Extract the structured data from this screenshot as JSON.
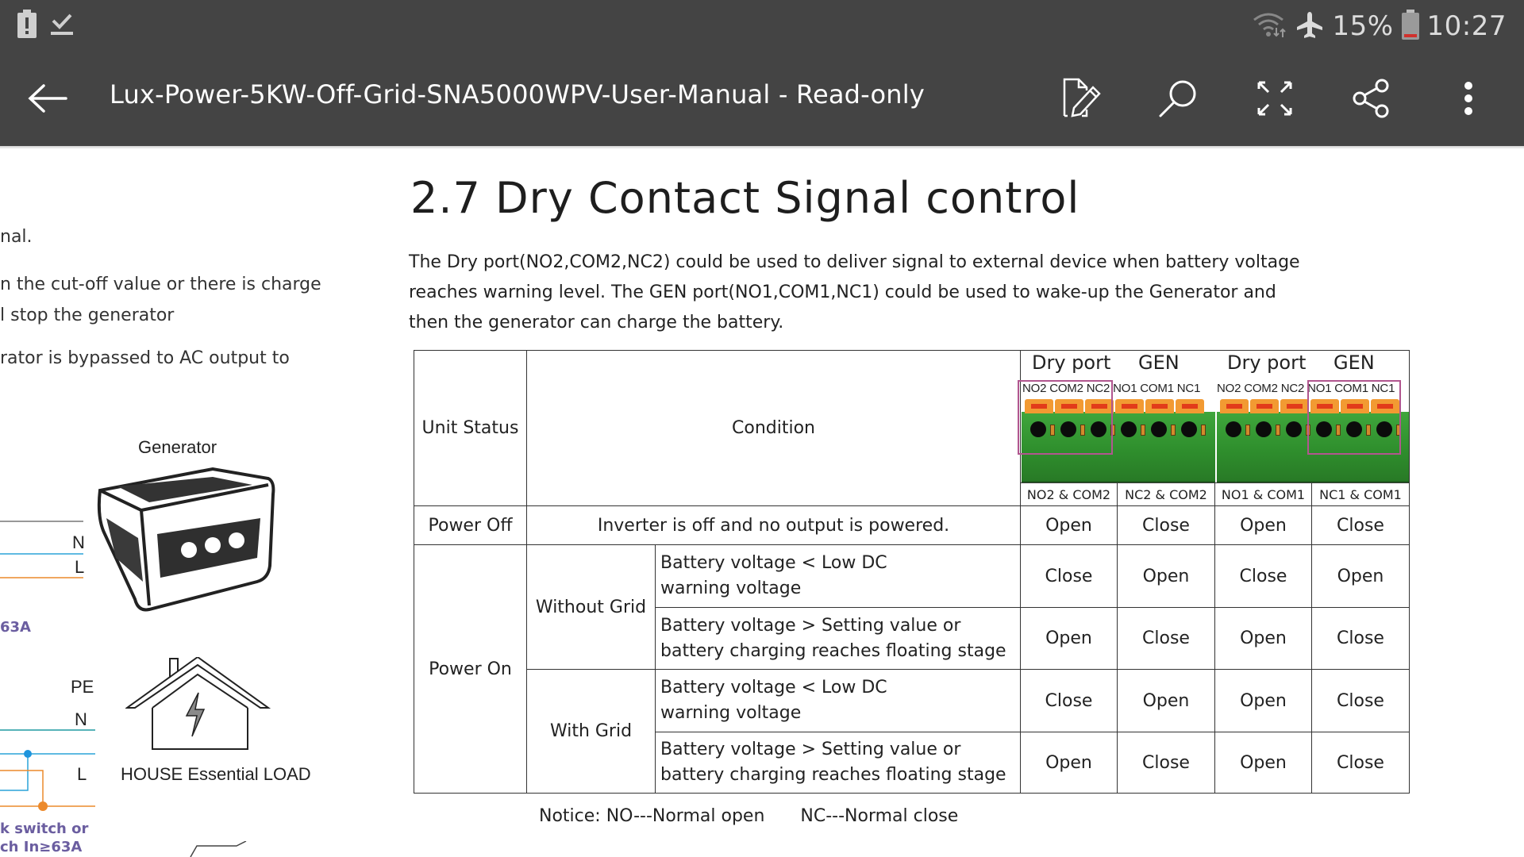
{
  "status_bar": {
    "left_icons": [
      "battery-alert-icon",
      "download-done-icon"
    ],
    "right_icons": [
      "wifi-icon",
      "airplane-mode-icon"
    ],
    "battery_percent": "15%",
    "time": "10:27",
    "colors": {
      "battery_low": "#d0312d"
    }
  },
  "app_bar": {
    "title": "Lux-Power-5KW-Off-Grid-SNA5000WPV-User-Manual - Read-only",
    "actions": [
      "edit-icon",
      "search-icon",
      "fullscreen-icon",
      "share-icon",
      "more-options-icon"
    ],
    "background": "#444444"
  },
  "left_page": {
    "text_lines": [
      "nal.",
      "n the cut-off value or there is charge",
      "l stop the generator",
      "rator is bypassed to AC output to"
    ],
    "diagram": {
      "generator_label": "Generator",
      "gen_wire_labels": [
        "N",
        "L"
      ],
      "breaker_rating": "63A",
      "load_wire_labels": [
        "PE",
        "N",
        "L"
      ],
      "load_label": "HOUSE Essential LOAD",
      "switch_note_lines": [
        "k switch or",
        "ch In≥63A"
      ],
      "colors": {
        "neutral": "#2aa3d8",
        "line": "#ec8a2c",
        "pe": "#1f9aa0",
        "label_purple": "#6b5ea0"
      }
    }
  },
  "section": {
    "title": "2.7  Dry Contact Signal control",
    "paragraph_lines": [
      "The Dry port(NO2,COM2,NC2) could be used to deliver signal to external device when battery voltage",
      "reaches warning level. The GEN port(NO1,COM1,NC1)  could be used to wake-up the Generator and",
      "then the generator can charge the battery."
    ]
  },
  "table": {
    "header": {
      "unit_status": "Unit Status",
      "condition": "Condition",
      "port_groups": [
        {
          "dry_port": "Dry port",
          "gen": "GEN",
          "pins": "NO2 COM2 NC2 NO1 COM1 NC1",
          "highlight": "dry"
        },
        {
          "dry_port": "Dry port",
          "gen": "GEN",
          "pins": "NO2 COM2 NC2 NO1 COM1 NC1",
          "highlight": "gen"
        }
      ],
      "contact_columns": [
        "NO2 & COM2",
        "NC2 & COM2",
        "NO1 & COM1",
        "NC1 & COM1"
      ]
    },
    "rows": [
      {
        "unit_status": "Power Off",
        "grid": "",
        "condition": "Inverter is off and no output is powered.",
        "values": [
          "Open",
          "Close",
          "Open",
          "Close"
        ]
      },
      {
        "unit_status": "Power On",
        "grid": "Without Grid",
        "condition_lines": [
          "Battery voltage < Low DC",
          "warning voltage"
        ],
        "values": [
          "Close",
          "Open",
          "Close",
          "Open"
        ]
      },
      {
        "unit_status": "Power On",
        "grid": "Without Grid",
        "condition_lines": [
          "Battery voltage > Setting value or",
          "battery charging reaches floating stage"
        ],
        "values": [
          "Open",
          "Close",
          "Open",
          "Close"
        ]
      },
      {
        "unit_status": "Power On",
        "grid": "With Grid",
        "condition_lines": [
          "Battery voltage < Low DC",
          "warning voltage"
        ],
        "values": [
          "Close",
          "Open",
          "Open",
          "Close"
        ]
      },
      {
        "unit_status": "Power On",
        "grid": "With Grid",
        "condition_lines": [
          "Battery voltage > Setting value or",
          "battery charging reaches floating stage"
        ],
        "values": [
          "Open",
          "Close",
          "Open",
          "Close"
        ]
      }
    ],
    "notice": [
      "Notice:  NO---Normal open",
      "NC---Normal close"
    ]
  }
}
